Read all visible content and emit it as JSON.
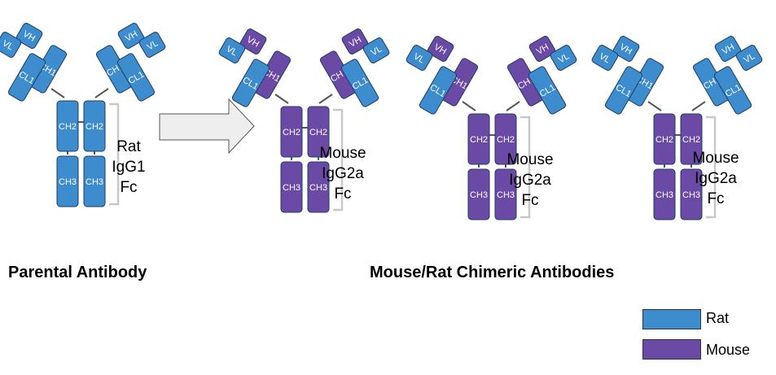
{
  "colors": {
    "rat": "#3d8ccd",
    "mouse": "#6a4aa5",
    "domain_border": "#1f3d66",
    "bracket": "#c8c8c8",
    "arrow_fill": "#eeeeee",
    "arrow_stroke": "#555555"
  },
  "captions": {
    "parental": "Parental Antibody",
    "chimeric": "Mouse/Rat Chimeric Antibodies"
  },
  "legend": [
    {
      "label": "Rat",
      "species": "rat"
    },
    {
      "label": "Mouse",
      "species": "mouse"
    }
  ],
  "antibodies": [
    {
      "name": "parental-antibody",
      "fc_label": [
        "Rat",
        "IgG1",
        "Fc"
      ],
      "light_chain": "rat",
      "fab_heavy": "rat",
      "fc": "rat",
      "domains": {
        "vh": "VH",
        "vl": "VL",
        "ch1": "CH1",
        "cl1": "CL1",
        "ch2": "CH2",
        "ch3": "CH3"
      }
    },
    {
      "name": "chimeric-antibody-1",
      "fc_label": [
        "Mouse",
        "IgG2a",
        "Fc"
      ],
      "light_chain": "rat",
      "fab_heavy": "mouse",
      "fc": "mouse",
      "domains": {
        "vh": "VH",
        "vl": "VL",
        "ch1": "CH1",
        "cl1": "CL1",
        "ch2": "CH2",
        "ch3": "CH3"
      }
    },
    {
      "name": "chimeric-antibody-2",
      "fc_label": [
        "Mouse",
        "IgG2a",
        "Fc"
      ],
      "light_chain": "rat",
      "fab_heavy": "mouse",
      "fc": "mouse",
      "domains": {
        "vh": "VH",
        "vl": "VL",
        "ch1": "CH1",
        "cl1": "CL1",
        "ch2": "CH2",
        "ch3": "CH3"
      }
    },
    {
      "name": "chimeric-antibody-3",
      "fc_label": [
        "Mouse",
        "IgG2a",
        "Fc"
      ],
      "light_chain": "rat",
      "fab_heavy": "rat",
      "fc": "mouse",
      "domains": {
        "vh": "VH",
        "vl": "VL",
        "ch1": "CH1",
        "cl1": "CL1",
        "ch2": "CH2",
        "ch3": "CH3"
      }
    }
  ]
}
